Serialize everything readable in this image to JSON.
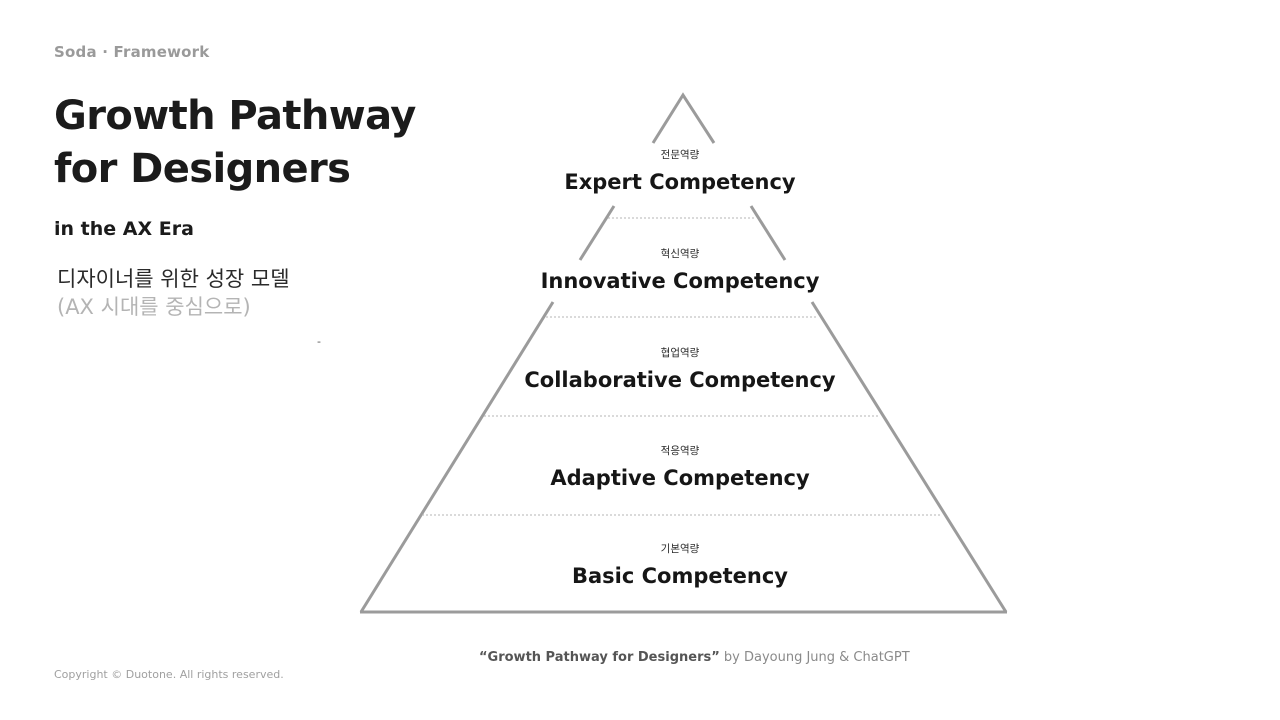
{
  "header": {
    "brand": "Soda · Framework",
    "title_line1": "Growth Pathway",
    "title_line2": "for Designers",
    "subtitle": "in the AX Era",
    "korean_line1": "디자이너를 위한 성장 모델",
    "korean_line2": "(AX 시대를 중심으로)",
    "stray_mark": "-"
  },
  "pyramid": {
    "levels": [
      {
        "ko": "전문역량",
        "en": "Expert Competency"
      },
      {
        "ko": "혁신역량",
        "en": "Innovative Competency"
      },
      {
        "ko": "협업역량",
        "en": "Collaborative Competency"
      },
      {
        "ko": "적응역량",
        "en": "Adaptive Competency"
      },
      {
        "ko": "기본역량",
        "en": "Basic Competency"
      }
    ],
    "outline_color": "#9b9b9b",
    "divider_color": "#b5b5b5"
  },
  "footer": {
    "caption_title": "“Growth Pathway for Designers”",
    "caption_by": " by Dayoung Jung & ChatGPT",
    "copyright": "Copyright © Duotone. All rights reserved."
  }
}
